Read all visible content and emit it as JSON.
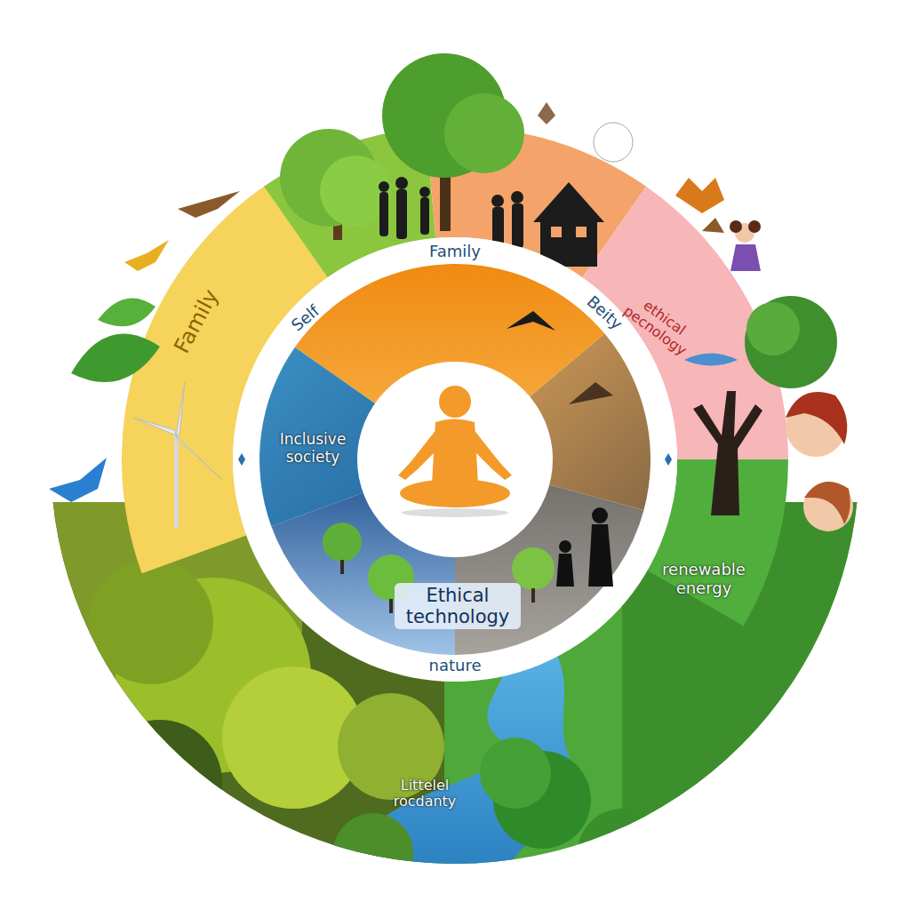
{
  "diagram": {
    "labels": [
      "Family",
      "Family",
      "Self",
      "Beity",
      "ethical pecnology",
      "Inclusive society",
      "Ethical technology",
      "renewable energy",
      "nature",
      "Littelel rocdanty"
    ]
  }
}
